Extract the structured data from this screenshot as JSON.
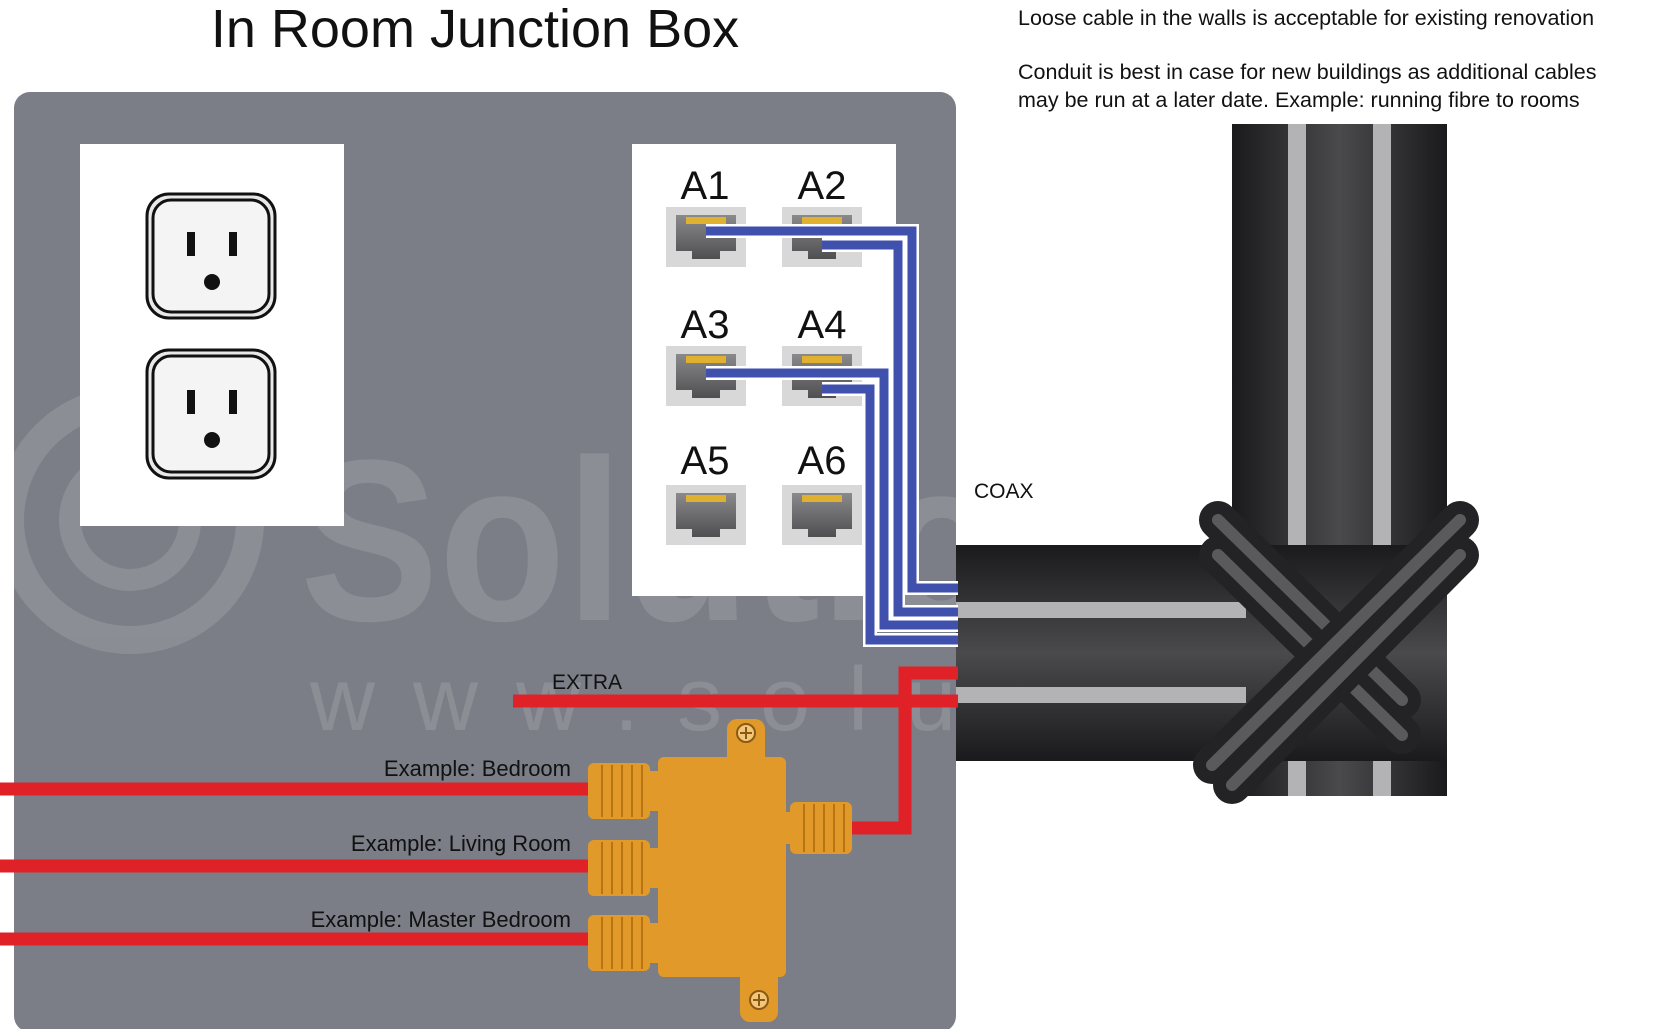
{
  "title": "In Room Junction Box",
  "notes": {
    "loose_cable": "Loose cable in the walls is acceptable for existing renovation",
    "conduit_line1": "Conduit is best in case for new buildings as additional cables",
    "conduit_line2": "may be run at a later date. Example: running fibre to rooms"
  },
  "ports": [
    {
      "id": "A1"
    },
    {
      "id": "A2"
    },
    {
      "id": "A3"
    },
    {
      "id": "A4"
    },
    {
      "id": "A5"
    },
    {
      "id": "A6"
    }
  ],
  "cable_labels": {
    "coax": "COAX",
    "extra": "EXTRA",
    "bedroom": "Example: Bedroom",
    "living_room": "Example: Living Room",
    "master_bedroom": "Example: Master Bedroom"
  },
  "watermark": {
    "brand": "SolutionINC",
    "url": "www.solutioninc.com"
  },
  "colors": {
    "box": "#7b7e86",
    "faceplate": "#ffffff",
    "ethernet_cable": "#3f51ad",
    "coax_cable": "#e02228",
    "splitter": "#e19a2a",
    "conduit": "#3d3d3f"
  },
  "icons": [
    "power-outlet-icon",
    "rj45-jack-icon",
    "coax-splitter-icon",
    "conduit-icon"
  ]
}
